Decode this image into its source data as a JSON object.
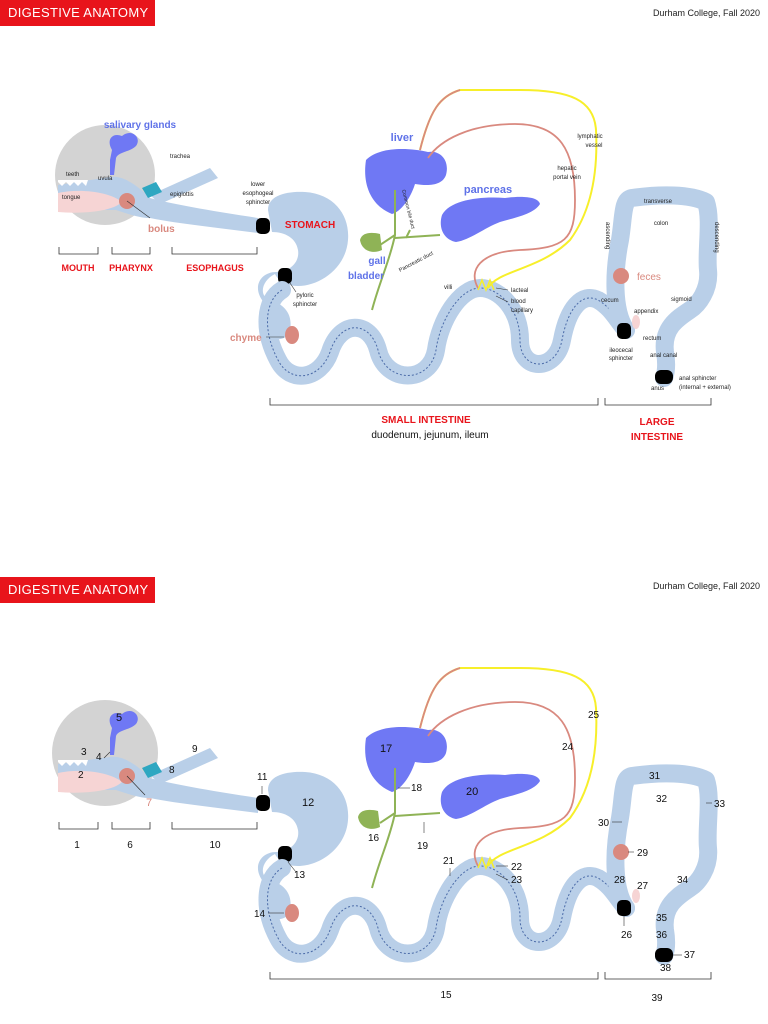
{
  "header": {
    "badge": "DIGESTIVE ANATOMY",
    "course": "Durham College, Fall 2020"
  },
  "colors": {
    "badge_red": "#e8141b",
    "tract_blue": "#b9cfe8",
    "organ_blue": "#6f78f4",
    "green": "#8fb356",
    "pink": "#d9897f",
    "yellow": "#f7ef2a",
    "red_label": "#e8141b"
  },
  "labeled": {
    "salivary_glands": "salivary glands",
    "trachea": "trachea",
    "teeth": "teeth",
    "uvula": "uvula",
    "epiglottis": "epiglottis",
    "tongue": "tongue",
    "bolus": "bolus",
    "lower_sphincter": [
      "lower",
      "esophogeal",
      "sphincter"
    ],
    "stomach": "STOMACH",
    "mouth": "MOUTH",
    "pharynx": "PHARYNX",
    "esophagus": "ESOPHAGUS",
    "liver": "liver",
    "common_bile_duct": "Common bile duct",
    "pancreas": "pancreas",
    "pancreatic_duct": "Pancreatic duct",
    "gall": "gall",
    "bladder": "bladder",
    "lymphatic_vessel": [
      "lymphatic",
      "vessel"
    ],
    "hepatic_portal_vein": [
      "hepatic",
      "portal vein"
    ],
    "villi": "villi",
    "lacteal": "lacteal",
    "blood_capillary": [
      "blood",
      "capillary"
    ],
    "pyloric_sphincter": [
      "pyloric",
      "sphincter"
    ],
    "chyme": "chyme",
    "transverse": "transverse",
    "colon": "colon",
    "ascending": "ascending",
    "descending": "descending",
    "feces": "feces",
    "cecum": "cecum",
    "appendix": "appendix",
    "sigmoid": "sigmoid",
    "rectum": "rectum",
    "ileocecal_sphincter": [
      "ileocecal",
      "sphincter"
    ],
    "anal_canal": "anal canal",
    "anus": "anus",
    "anal_sphincter": [
      "anal sphincter",
      "(internal + external)"
    ],
    "small_intestine": "SMALL INTESTINE",
    "small_intestine_parts": "duodenum, jejunum, ileum",
    "large_intestine": [
      "LARGE",
      "INTESTINE"
    ]
  },
  "numbers": {
    "n1": "1",
    "n2": "2",
    "n3": "3",
    "n4": "4",
    "n5": "5",
    "n6": "6",
    "n7": "7",
    "n8": "8",
    "n9": "9",
    "n10": "10",
    "n11": "11",
    "n12": "12",
    "n13": "13",
    "n14": "14",
    "n15": "15",
    "n16": "16",
    "n17": "17",
    "n18": "18",
    "n19": "19",
    "n20": "20",
    "n21": "21",
    "n22": "22",
    "n23": "23",
    "n24": "24",
    "n25": "25",
    "n26": "26",
    "n27": "27",
    "n28": "28",
    "n29": "29",
    "n30": "30",
    "n31": "31",
    "n32": "32",
    "n33": "33",
    "n34": "34",
    "n35": "35",
    "n36": "36",
    "n37": "37",
    "n38": "38",
    "n39": "39"
  }
}
